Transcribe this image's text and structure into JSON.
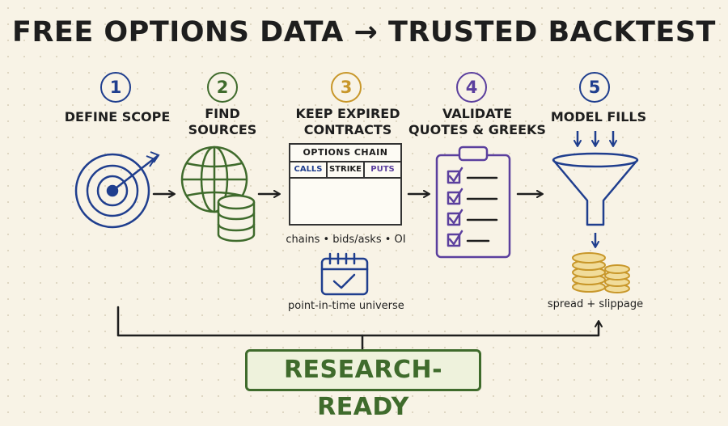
{
  "title": "FREE OPTIONS DATA → TRUSTED BACKTEST",
  "colors": {
    "blue": "#1f3e8e",
    "green": "#3f6b2c",
    "gold": "#c8972a",
    "purple": "#5b3f9e",
    "ink": "#1e1e1e"
  },
  "steps": [
    {
      "number": "1",
      "label": "DEFINE SCOPE",
      "icon": "target-icon"
    },
    {
      "number": "2",
      "label": "FIND\nSOURCES",
      "icon": "globe-database-icon"
    },
    {
      "number": "3",
      "label": "KEEP EXPIRED\nCONTRACTS",
      "icon": "options-chain-table"
    },
    {
      "number": "4",
      "label": "VALIDATE\nQUOTES & GREEKS",
      "icon": "clipboard-checklist-icon"
    },
    {
      "number": "5",
      "label": "MODEL FILLS",
      "icon": "funnel-icon"
    }
  ],
  "options_chain": {
    "title": "OPTIONS CHAIN",
    "columns": [
      "CALLS",
      "STRIKE",
      "PUTS"
    ]
  },
  "captions": {
    "chains": "chains • bids/asks • OI",
    "universe": "point-in-time universe",
    "fills": "spread + slippage"
  },
  "badge": "RESEARCH-READY"
}
